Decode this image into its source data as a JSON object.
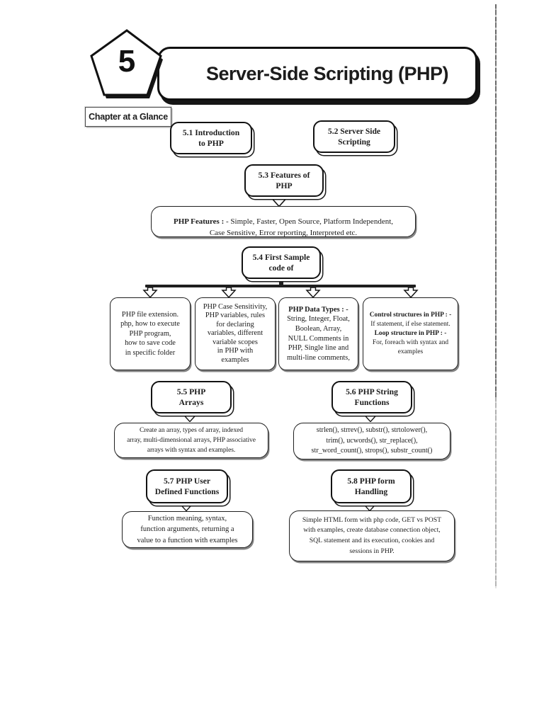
{
  "colors": {
    "ink": "#1c1c1c",
    "paper": "#ffffff"
  },
  "header": {
    "chapter_number": "5",
    "title": "Server-Side Scripting (PHP)",
    "badge": "Chapter at a Glance"
  },
  "nodes": {
    "intro": "5.1  Introduction\nto PHP",
    "server_side": "5.2  Server Side\nScripting",
    "features": "5.3  Features of\nPHP",
    "first_sample": "5.4 First Sample\ncode of",
    "arrays": "5.5 PHP\nArrays",
    "string_functions": "5.6 PHP String\nFunctions",
    "user_defined": "5.7  PHP User\nDefined Functions",
    "form_handling": "5.8  PHP form\nHandling"
  },
  "details": {
    "features_lead": "PHP Features : ",
    "features_body": "- Simple, Faster, Open Source, Platform Independent,\nCase Sensitive, Error reporting, Interpreted etc.",
    "file_extension": "PHP file extension.\nphp, how to execute\nPHP program,\nhow to save code\nin specific folder",
    "case_sensitivity": "PHP Case Sensitivity,\nPHP variables, rules\nfor declaring\nvariables, different\nvariable scopes\nin PHP with\nexamples",
    "data_types_lead": "PHP Data Types : -",
    "data_types_body": "String, Integer, Float,\nBoolean, Array,\nNULL Comments in\nPHP, Single line and\nmulti-line comments,",
    "control_lead": "Control structures in PHP : -",
    "control_body": "If statement, if else statement.",
    "loop_lead": "Loop structure in PHP : -",
    "loop_body": "For, foreach with syntax and\nexamples",
    "arrays_detail": "Create an array, types of array, indexed\narray, multi-dimensional arrays, PHP associative\narrays with syntax and examples.",
    "string_functions_detail": "strlen(), strrev(), substr(), strtolower(),\ntrim(), ucwords(), str_replace(),\nstr_word_count(), strops(), substr_count()",
    "user_defined_detail": "Function meaning, syntax,\nfunction arguments, returning a\nvalue to a function with examples",
    "form_handling_detail": "Simple HTML form with php code, GET vs POST\nwith examples, create database connection object,\nSQL statement and its execution, cookies and\nsessions in PHP."
  }
}
